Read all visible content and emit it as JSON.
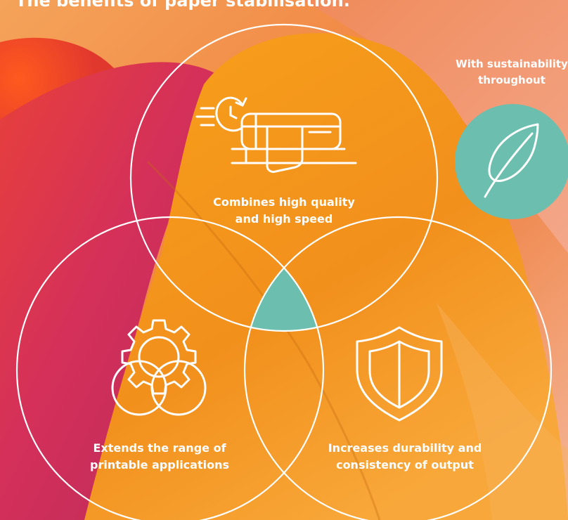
{
  "title": "The benefits of paper stabilisation.",
  "sustainability": {
    "line1": "With sustainability",
    "line2": "throughout"
  },
  "circles": [
    {
      "id": "top",
      "line1": "Combines high quality",
      "line2": "and high speed",
      "icon": "printer-speed-icon"
    },
    {
      "id": "left",
      "line1": "Extends the range of",
      "line2": "printable applications",
      "icon": "gear-circles-icon"
    },
    {
      "id": "right",
      "line1": "Increases durability and",
      "line2": "consistency of output",
      "icon": "shield-icon"
    }
  ],
  "colors": {
    "orange": "#f39320",
    "pink": "#d9325a",
    "teal": "#6cbfae",
    "white": "#ffffff"
  }
}
